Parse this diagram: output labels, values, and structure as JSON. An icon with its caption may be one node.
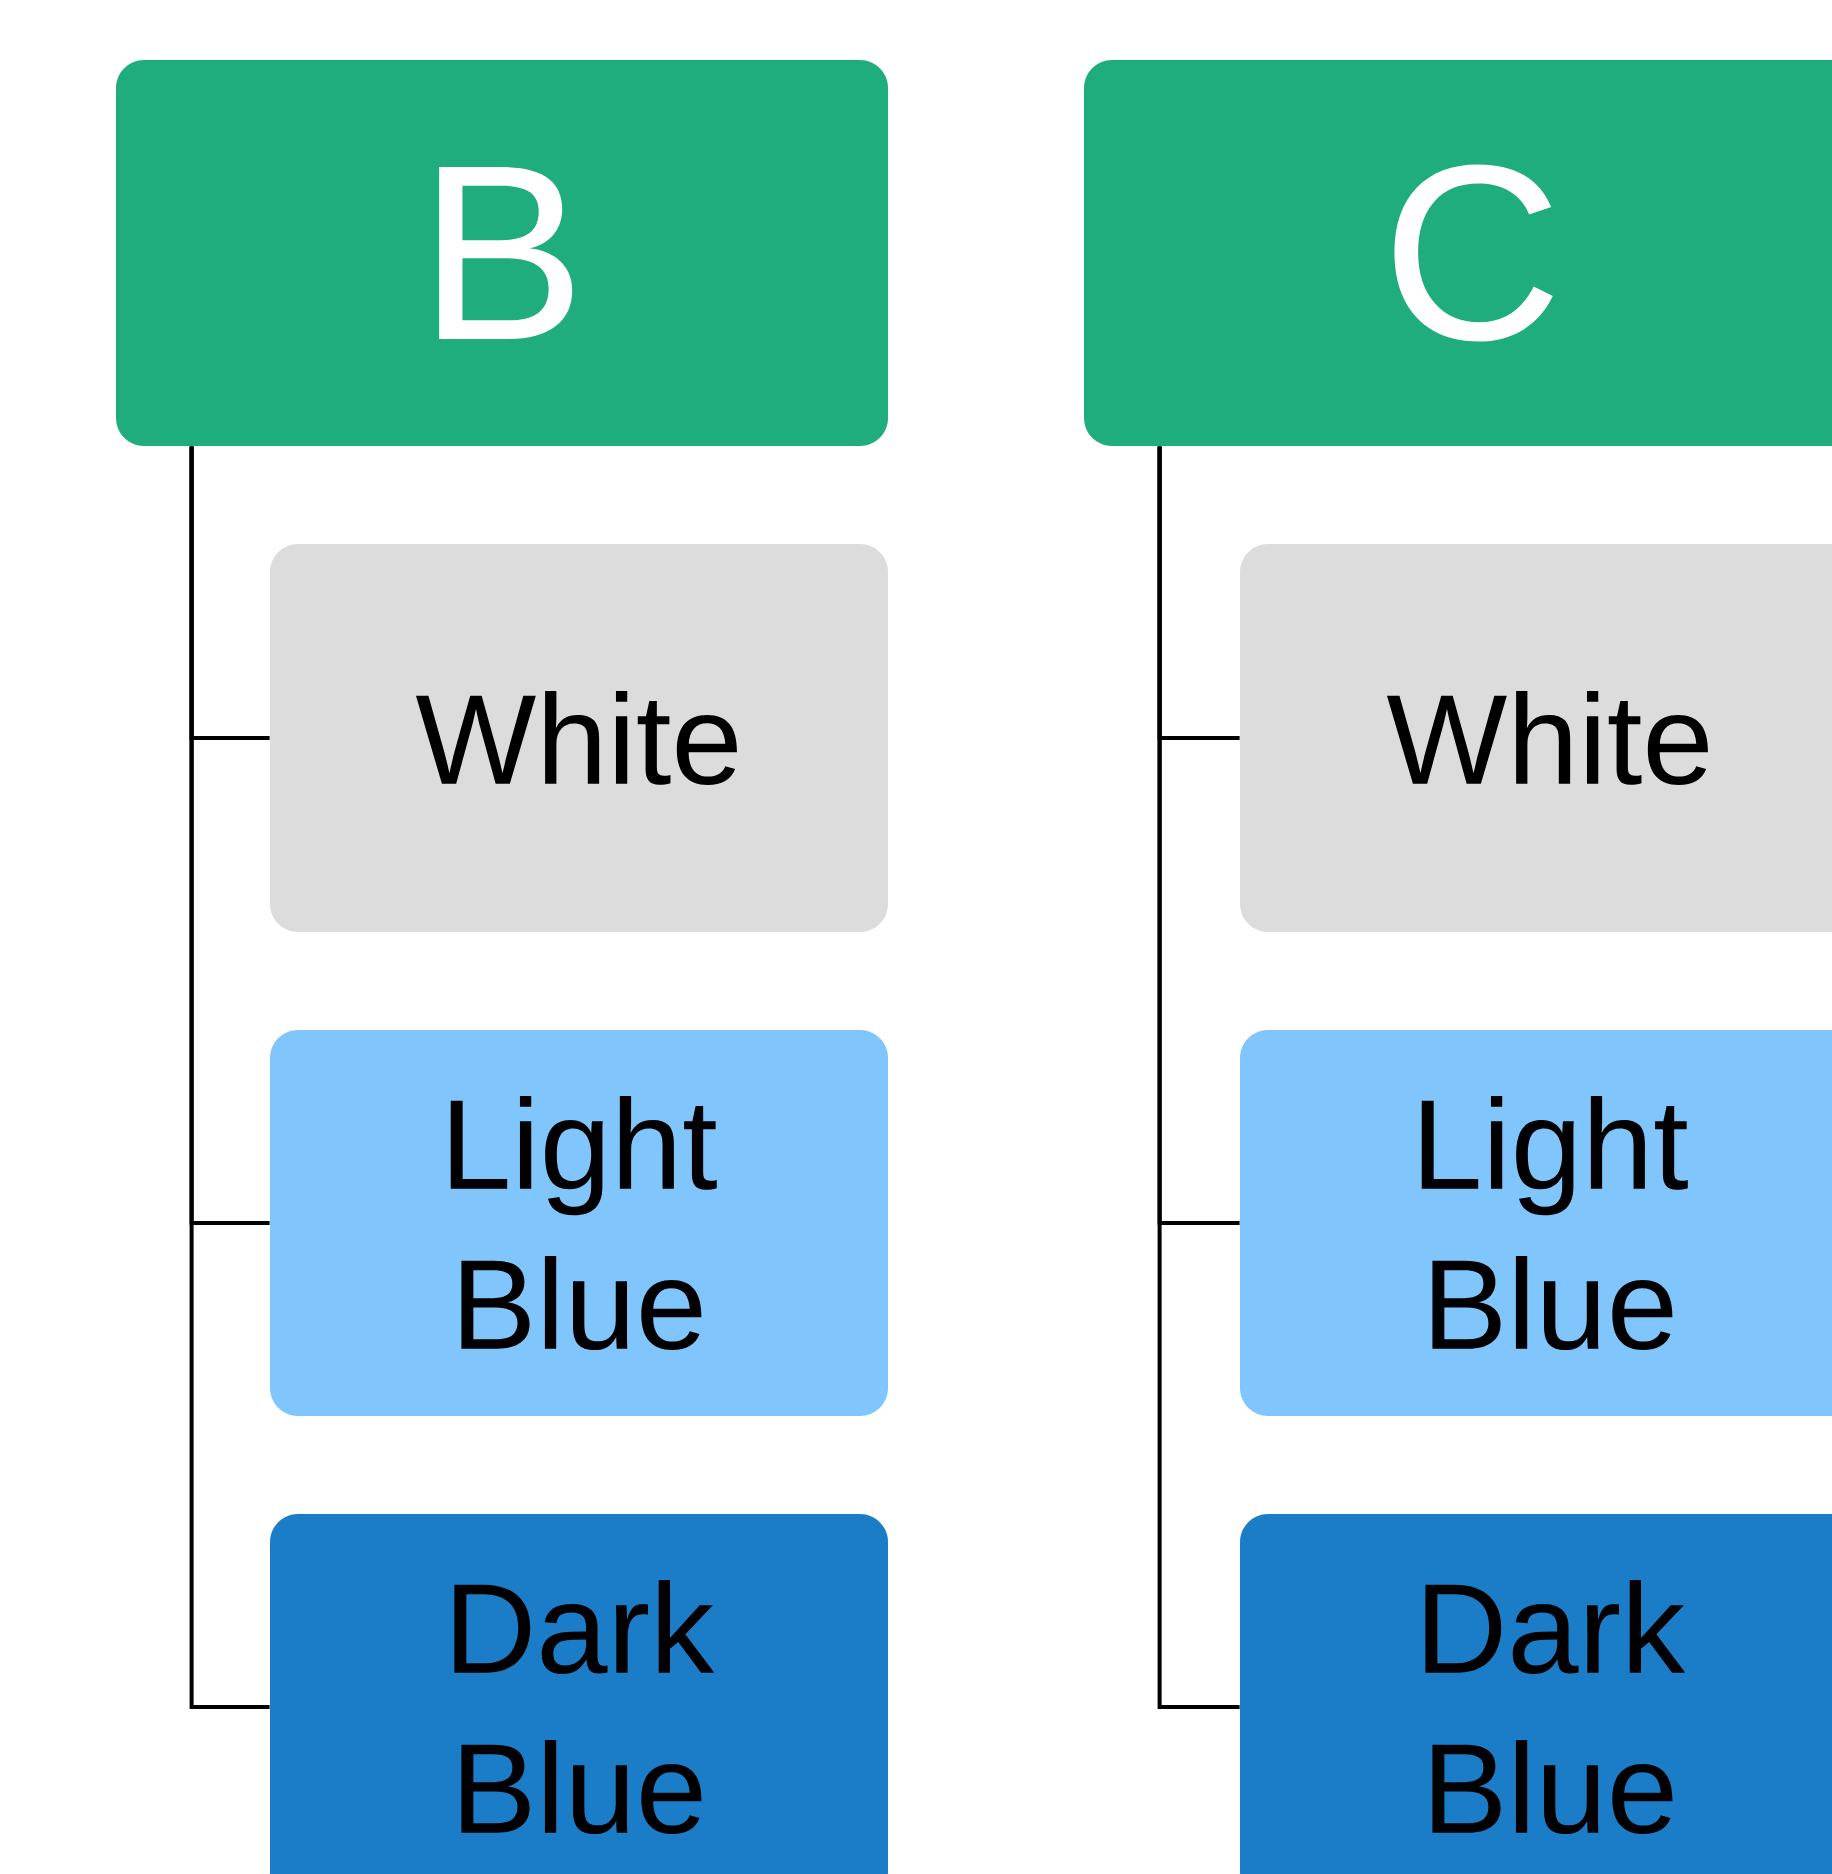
{
  "diagram": {
    "nodes": [
      {
        "text": [
          "B"
        ]
      },
      {
        "text": [
          "White"
        ]
      },
      {
        "text": [
          "Light Blue"
        ]
      },
      {
        "text": [
          "Dark Blue"
        ]
      },
      {
        "text": [
          "C"
        ]
      },
      {
        "text": [
          "White"
        ]
      },
      {
        "text": [
          "Light Blue"
        ]
      },
      {
        "text": [
          "Dark Blue"
        ]
      }
    ],
    "edges": [
      {
        "from": 0,
        "to": 1,
        "arrow": "none"
      },
      {
        "from": 0,
        "to": 2,
        "arrow": "none"
      },
      {
        "from": 0,
        "to": 3,
        "arrow": "none"
      },
      {
        "from": 4,
        "to": 5,
        "arrow": "none"
      },
      {
        "from": 4,
        "to": 6,
        "arrow": "none"
      },
      {
        "from": 4,
        "to": 7,
        "arrow": "none"
      }
    ]
  }
}
